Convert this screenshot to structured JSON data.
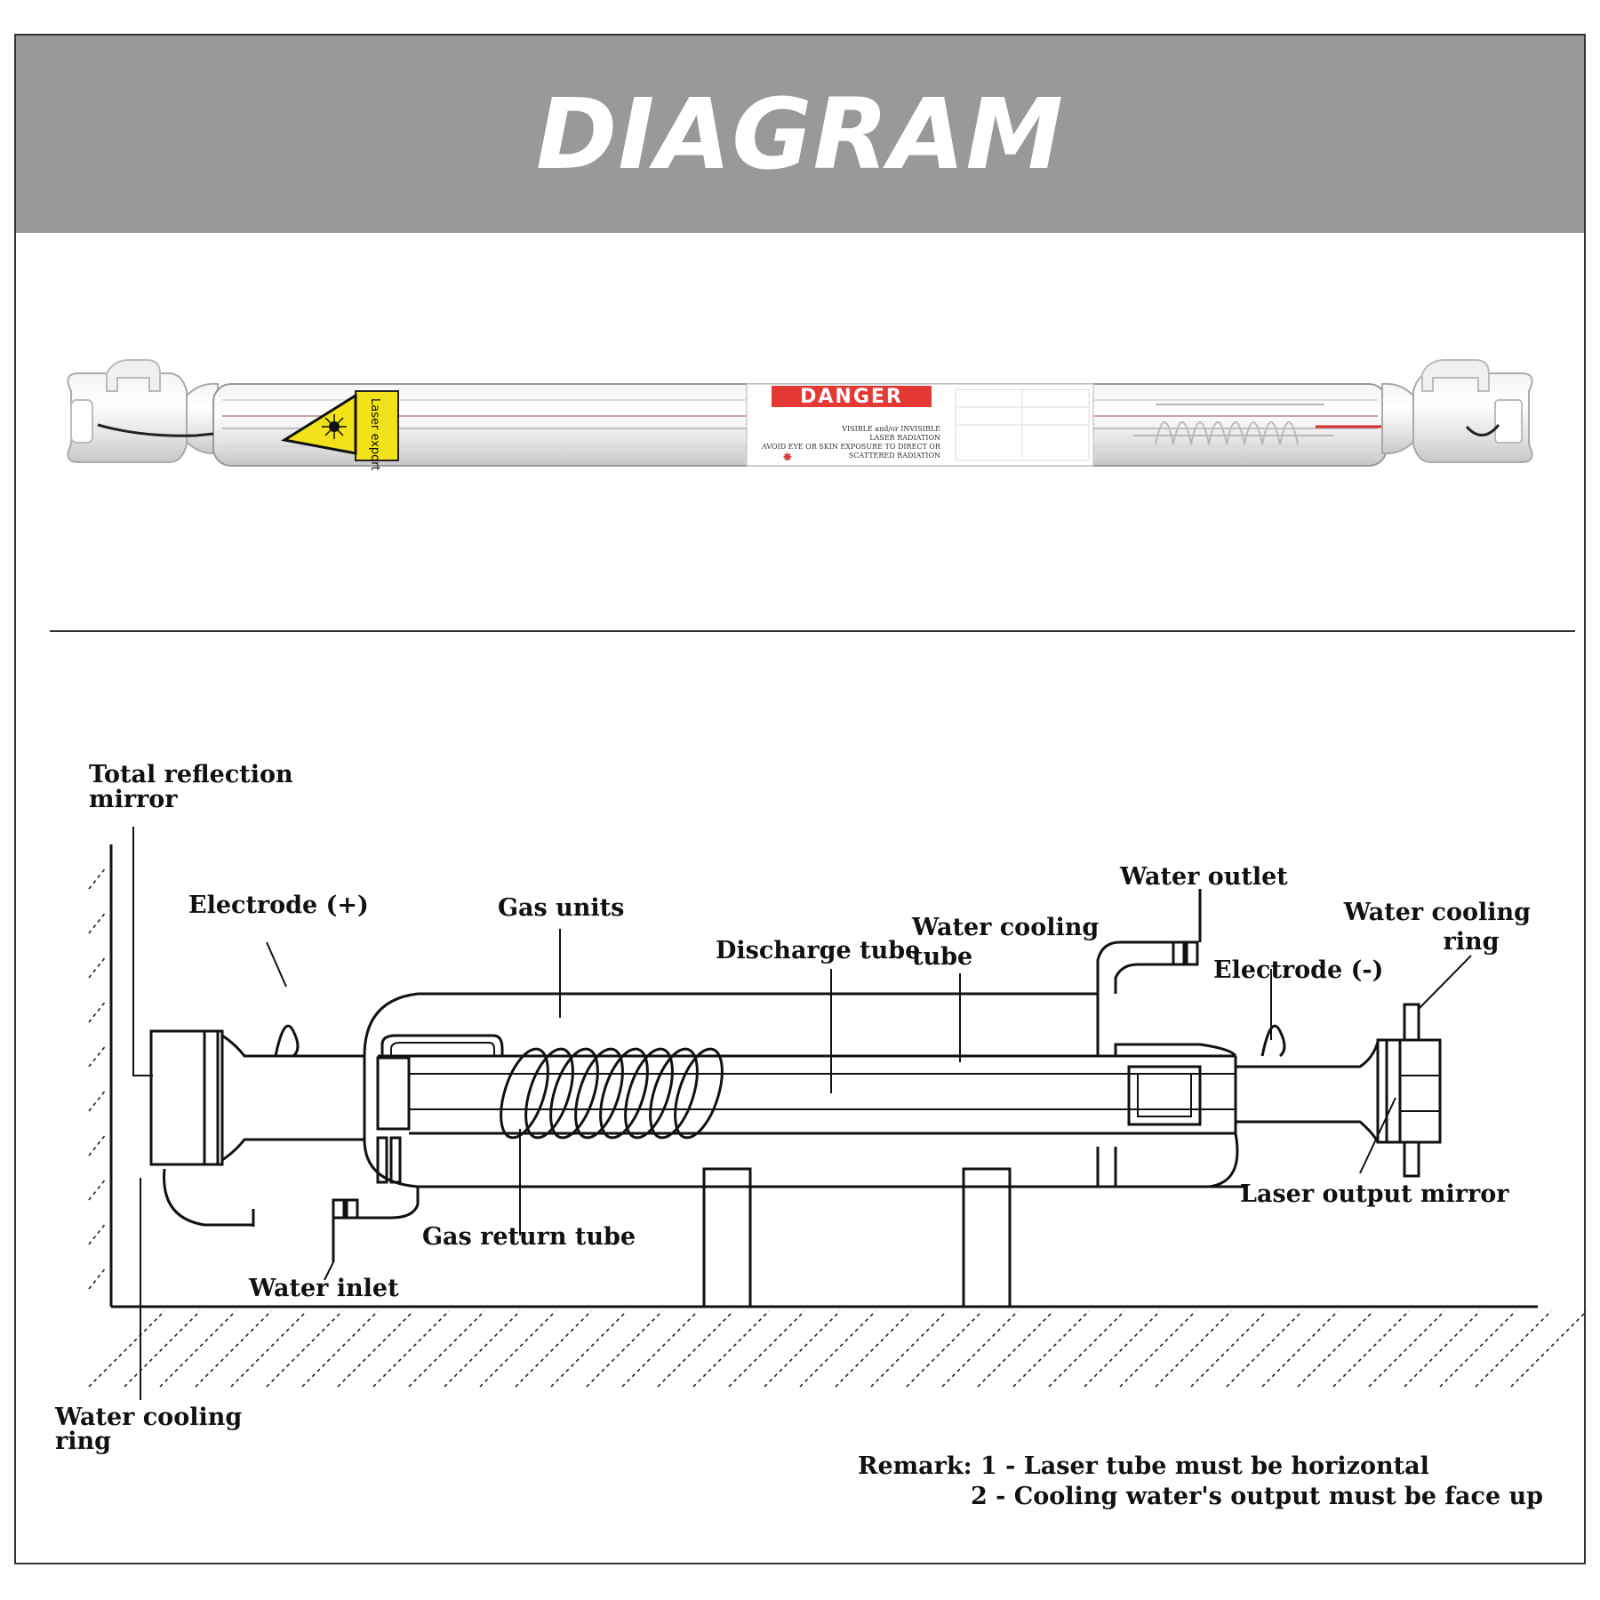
{
  "banner": {
    "title": "DIAGRAM",
    "background": "#999999"
  },
  "photo": {
    "danger_label": "DANGER",
    "danger_lines": [
      "VISIBLE and/or INVISIBLE",
      "LASER RADIATION",
      "AVOID EYE OR SKIN EXPOSURE TO DIRECT OR",
      "SCATTERED RADIATION"
    ],
    "warning_label": "Laser export",
    "danger_color": "#e53935",
    "warning_color": "#f2e21a"
  },
  "labels": {
    "total_reflection_mirror_1": "Total reflection",
    "total_reflection_mirror_2": "mirror",
    "electrode_pos": "Electrode (+)",
    "gas_units": "Gas units",
    "discharge_tube": "Discharge tube",
    "water_cooling_tube_1": "Water cooling",
    "water_cooling_tube_2": "tube",
    "water_outlet": "Water outlet",
    "electrode_neg": "Electrode (-)",
    "water_cooling_ring_right_1": "Water cooling",
    "water_cooling_ring_right_2": "ring",
    "laser_output_mirror": "Laser output mirror",
    "gas_return_tube": "Gas return tube",
    "water_inlet": "Water inlet",
    "water_cooling_ring_left_1": "Water cooling",
    "water_cooling_ring_left_2": "ring"
  },
  "remark": {
    "line1": "Remark: 1 - Laser tube must be horizontal",
    "line2": "2 - Cooling water's output must be face up"
  }
}
